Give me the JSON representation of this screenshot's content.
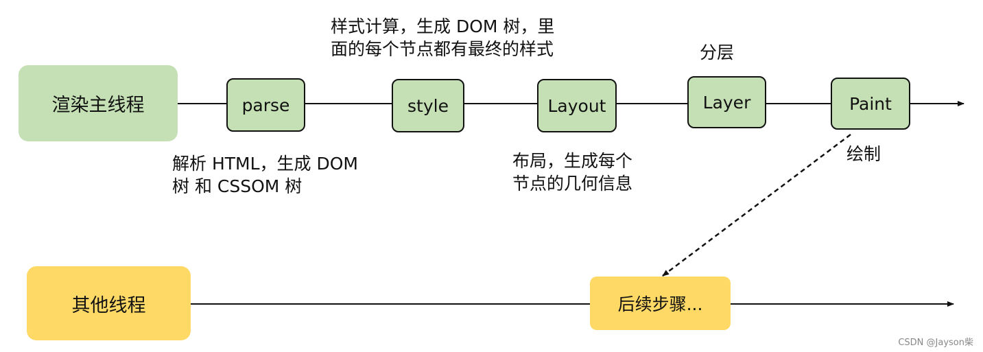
{
  "lanes": {
    "main": "渲染主线程",
    "other": "其他线程"
  },
  "steps": [
    "parse",
    "style",
    "Layout",
    "Layer",
    "Paint"
  ],
  "next_step": "后续步骤...",
  "notes": {
    "parse": [
      "解析 HTML，生成 DOM",
      "树 和 CSSOM 树"
    ],
    "style": [
      "样式计算，生成 DOM 树，里",
      "面的每个节点都有最终的样式"
    ],
    "layout": [
      "布局，生成每个",
      "节点的几何信息"
    ],
    "layer": "分层",
    "paint": "绘制"
  },
  "watermark": "CSDN @Jayson柴",
  "colors": {
    "main_lane": "#c5e0b4",
    "other_lane": "#ffd966",
    "line": "#111111"
  }
}
